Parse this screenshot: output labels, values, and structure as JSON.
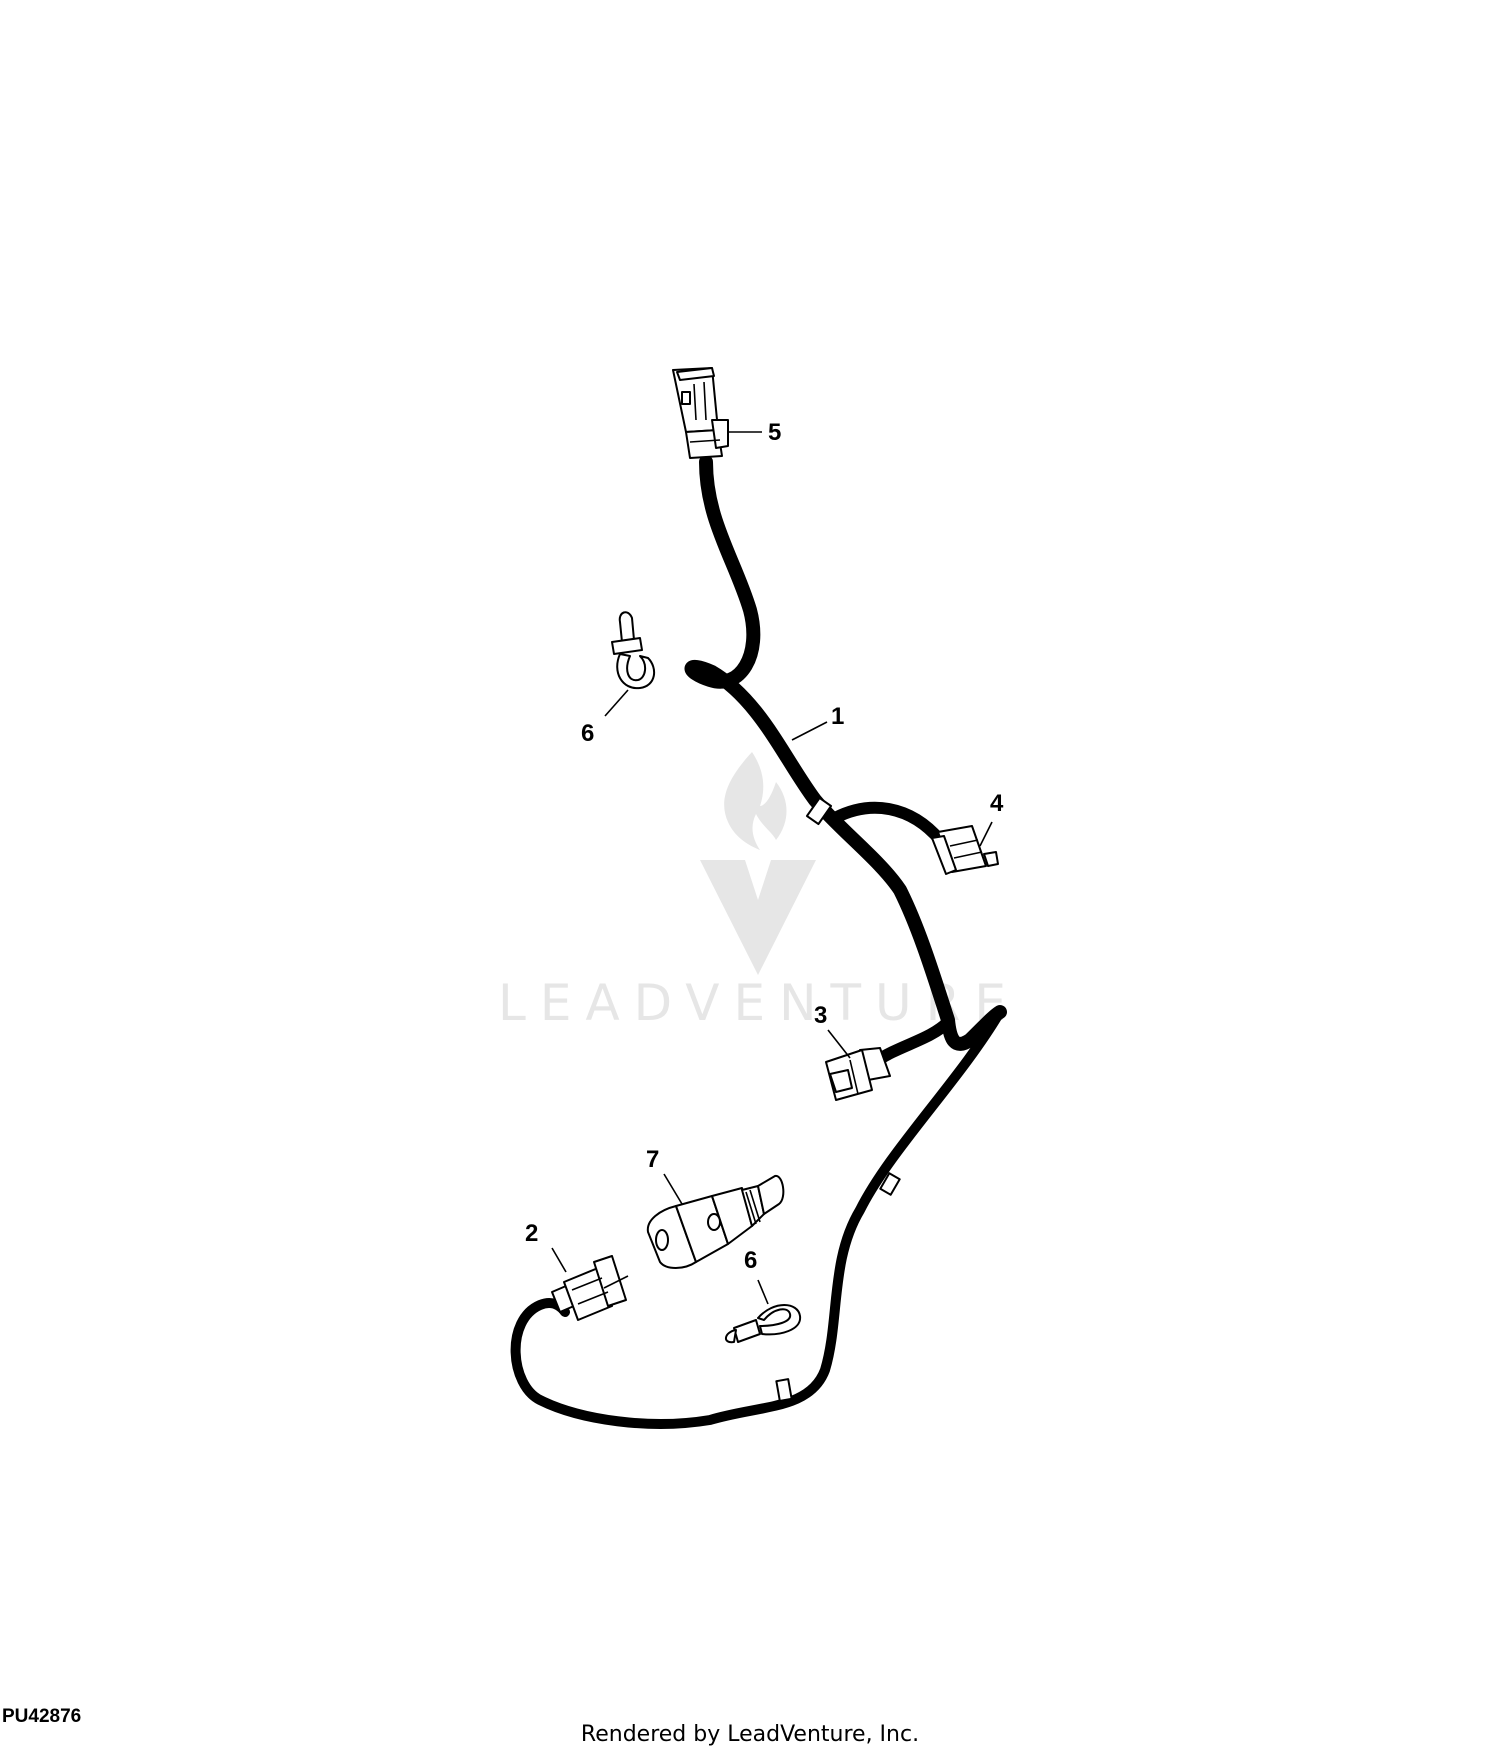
{
  "diagram_id": "PU42876",
  "footer": "Rendered by LeadVenture, Inc.",
  "watermark": "LEADVENTURE",
  "callouts": {
    "harness": "1",
    "connector_2": "2",
    "connector_3": "3",
    "connector_4": "4",
    "connector_5": "5",
    "clamp_upper": "6",
    "clamp_lower": "6",
    "sensor": "7"
  },
  "colors": {
    "line": "#000000",
    "watermark": "#e6e6e6"
  }
}
